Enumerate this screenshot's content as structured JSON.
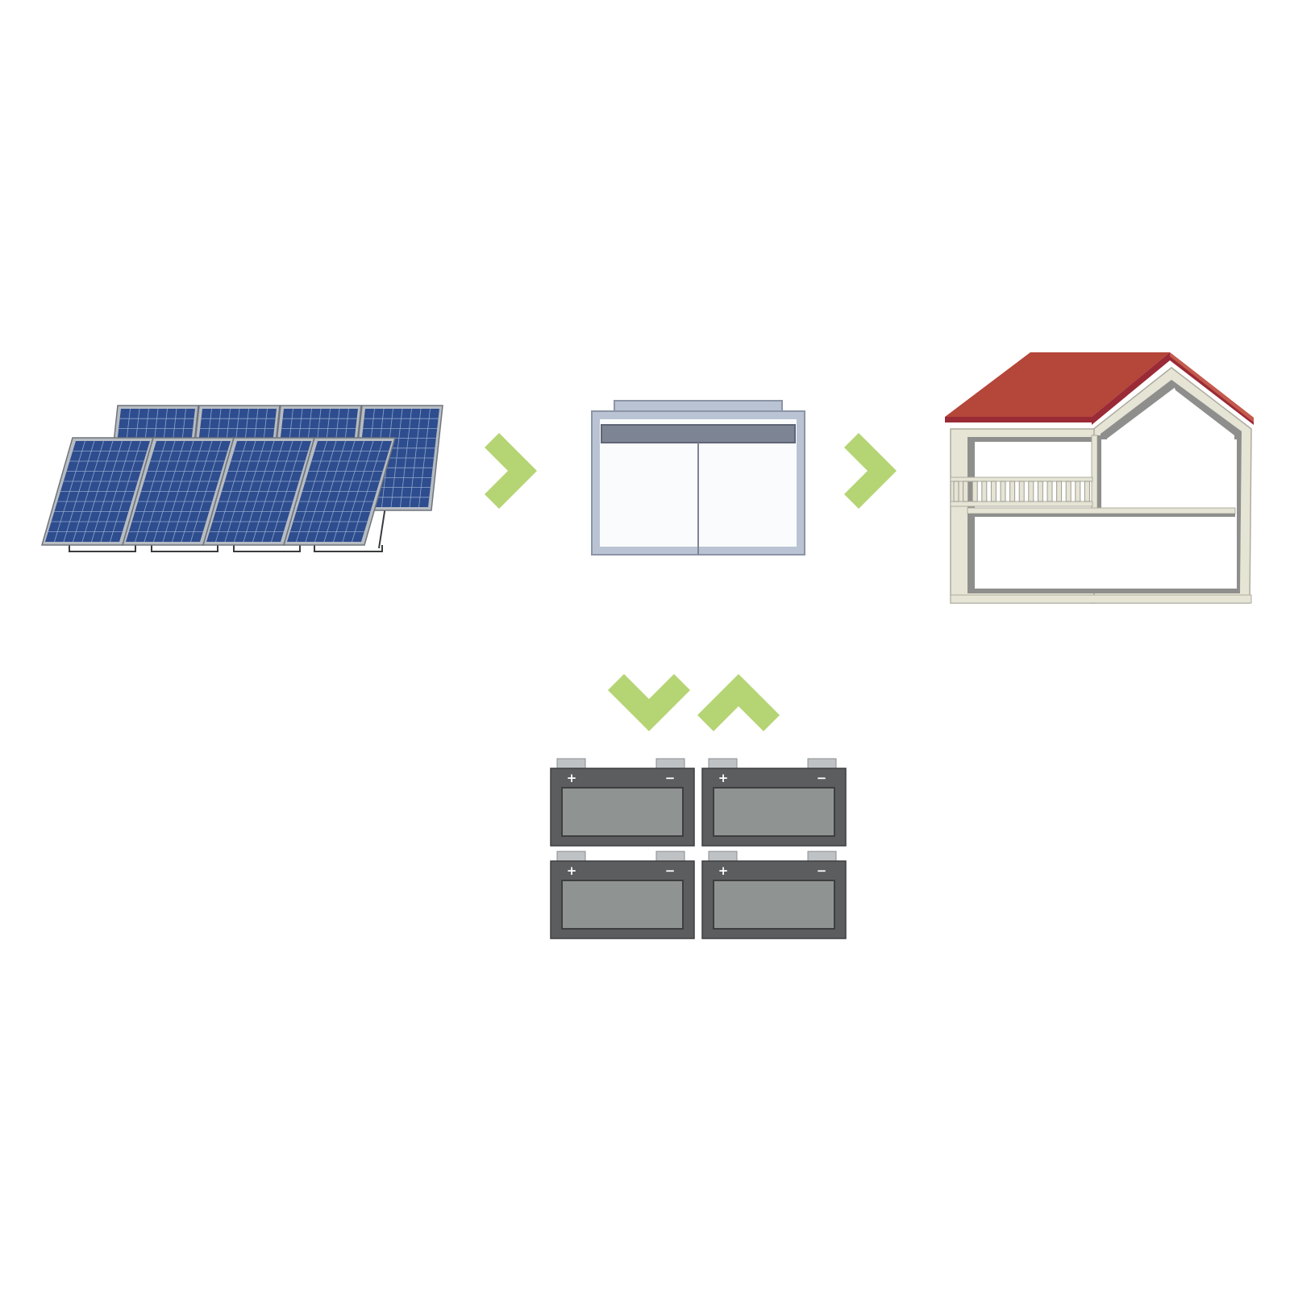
{
  "colors": {
    "background": "#ffffff",
    "arrow": "#b5d474",
    "panel_cell": "#2e4d8e",
    "panel_frame": "#b7bcc3",
    "panel_grid": "#8fa6cc",
    "roof": "#b4463a",
    "roof_dark": "#9a2a36",
    "wall": "#e6e4d5",
    "wall_shadow": "#8e8f8c",
    "inverter_body": "#f3f4f6",
    "inverter_frame": "#b9c3d3",
    "inverter_bar": "#7d8494",
    "battery_case": "#5c5d5f",
    "battery_face": "#8f9391",
    "battery_terminal": "#bfc2c4"
  },
  "nodes": [
    {
      "id": "solar-panels",
      "icon": "solar-panel-array-icon"
    },
    {
      "id": "inverter",
      "icon": "inverter-icon"
    },
    {
      "id": "house",
      "icon": "house-icon"
    },
    {
      "id": "battery-bank",
      "icon": "battery-icon",
      "count": 4
    }
  ],
  "flows": [
    {
      "from": "solar-panels",
      "to": "inverter",
      "icon": "chevron-right-icon"
    },
    {
      "from": "inverter",
      "to": "house",
      "icon": "chevron-right-icon"
    },
    {
      "from": "inverter",
      "to": "battery-bank",
      "icon": "chevron-down-icon"
    },
    {
      "from": "battery-bank",
      "to": "inverter",
      "icon": "chevron-up-icon"
    }
  ],
  "battery_terminals": {
    "positive": "+",
    "negative": "−"
  }
}
